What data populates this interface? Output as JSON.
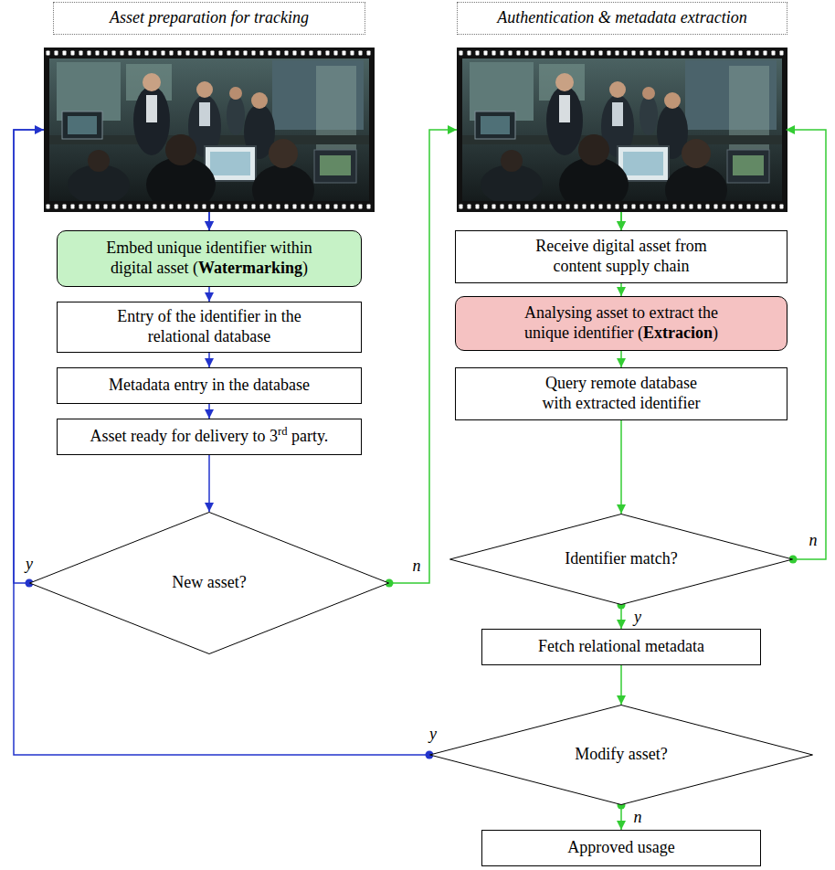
{
  "diagram": {
    "nodes": [
      {
        "text": [
          "Asset preparation for tracking"
        ]
      },
      {
        "text": [
          "Authentication & metadata extraction"
        ]
      },
      {
        "text": [
          "Embed unique identifier within digital asset (Watermarking)"
        ]
      },
      {
        "text": [
          "Entry of the identifier in the relational database"
        ]
      },
      {
        "text": [
          "Metadata entry in the database"
        ]
      },
      {
        "text": [
          "Asset ready for delivery to 3rd party."
        ]
      },
      {
        "text": [
          "New asset?"
        ]
      },
      {
        "text": [
          "Receive digital asset from content supply chain"
        ]
      },
      {
        "text": [
          "Analysing asset to extract the unique identifier (Extracion)"
        ]
      },
      {
        "text": [
          "Query remote database with extracted identifier"
        ]
      },
      {
        "text": [
          "Identifier match?"
        ]
      },
      {
        "text": [
          "Fetch relational metadata"
        ]
      },
      {
        "text": [
          "Modify asset?"
        ]
      },
      {
        "text": [
          "Approved usage"
        ]
      }
    ],
    "edges": [
      {
        "from": 2,
        "to": 3,
        "arrow": "to"
      },
      {
        "from": 3,
        "to": 4,
        "arrow": "to"
      },
      {
        "from": 4,
        "to": 5,
        "arrow": "to"
      },
      {
        "from": 5,
        "to": 6,
        "arrow": "to"
      },
      {
        "from": 6,
        "to": 2,
        "label": "y",
        "arrow": "to"
      },
      {
        "from": 6,
        "to": 7,
        "label": "n",
        "arrow": "to"
      },
      {
        "from": 7,
        "to": 8,
        "arrow": "to"
      },
      {
        "from": 8,
        "to": 9,
        "arrow": "to"
      },
      {
        "from": 9,
        "to": 10,
        "arrow": "to"
      },
      {
        "from": 10,
        "to": 7,
        "label": "n",
        "arrow": "to"
      },
      {
        "from": 10,
        "to": 11,
        "label": "y",
        "arrow": "to"
      },
      {
        "from": 11,
        "to": 12,
        "arrow": "to"
      },
      {
        "from": 12,
        "to": 2,
        "label": "y",
        "arrow": "to"
      },
      {
        "from": 12,
        "to": 13,
        "label": "n",
        "arrow": "to"
      }
    ]
  }
}
